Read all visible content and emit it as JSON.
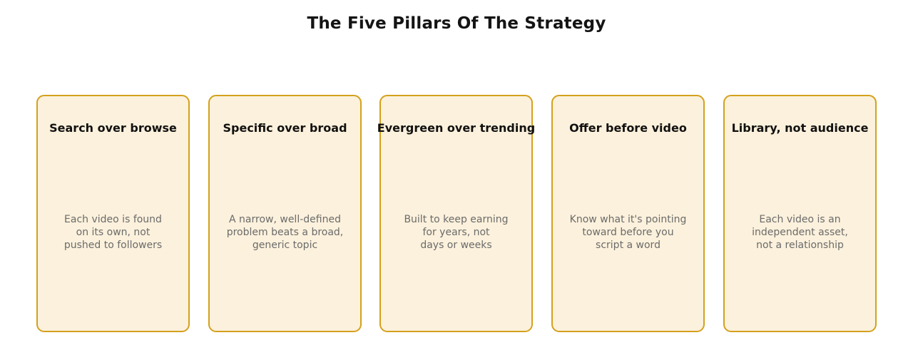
{
  "title": "The Five Pillars Of The Strategy",
  "pillars": [
    {
      "title": "Search over browse",
      "lines": [
        "Each video is found",
        "on its own, not",
        "pushed to followers"
      ]
    },
    {
      "title": "Specific over broad",
      "lines": [
        "A narrow, well-defined",
        "problem beats a broad,",
        "generic topic"
      ]
    },
    {
      "title": "Evergreen over trending",
      "lines": [
        "Built to keep earning",
        "for years, not",
        "days or weeks"
      ]
    },
    {
      "title": "Offer before video",
      "lines": [
        "Know what it's pointing",
        "toward before you",
        "script a word"
      ]
    },
    {
      "title": "Library, not audience",
      "lines": [
        "Each video is an",
        "independent asset,",
        "not a relationship"
      ]
    }
  ],
  "colors": {
    "card_fill": "#fcf1dc",
    "card_border": "#d4a11e",
    "title_text": "#141414",
    "body_text": "#6b6b6b"
  }
}
